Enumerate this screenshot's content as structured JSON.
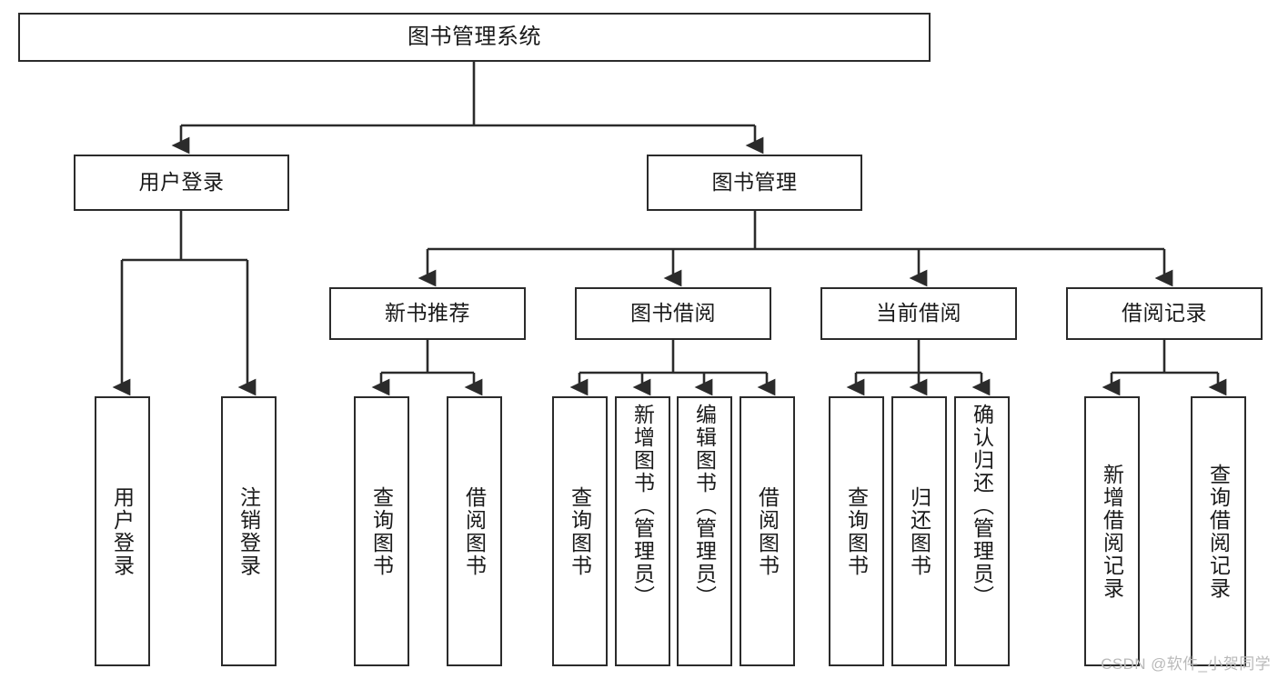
{
  "diagram": {
    "title": "图书管理系统",
    "type": "tree-hierarchy",
    "line_color": "#2b2b2b",
    "box_fill": "#ffffff",
    "text_color": "#1a1a1a"
  },
  "root": {
    "label": "图书管理系统"
  },
  "level2": [
    {
      "label": "用户登录"
    },
    {
      "label": "图书管理"
    }
  ],
  "level3": [
    {
      "label": "新书推荐"
    },
    {
      "label": "图书借阅"
    },
    {
      "label": "当前借阅"
    },
    {
      "label": "借阅记录"
    }
  ],
  "leaves": {
    "user_login": [
      {
        "label": "用户登录"
      },
      {
        "label": "注销登录"
      }
    ],
    "new_book_recommend": [
      {
        "label": "查询图书"
      },
      {
        "label": "借阅图书"
      }
    ],
    "book_borrow": [
      {
        "label": "查询图书"
      },
      {
        "label": "新增图书（管理员）"
      },
      {
        "label": "编辑图书（管理员）"
      },
      {
        "label": "借阅图书"
      }
    ],
    "current_borrow": [
      {
        "label": "查询图书"
      },
      {
        "label": "归还图书"
      },
      {
        "label": "确认归还（管理员）"
      }
    ],
    "borrow_record": [
      {
        "label": "新增借阅记录"
      },
      {
        "label": "查询借阅记录"
      }
    ]
  },
  "watermark": {
    "text": "CSDN @软件_小贺同学"
  }
}
